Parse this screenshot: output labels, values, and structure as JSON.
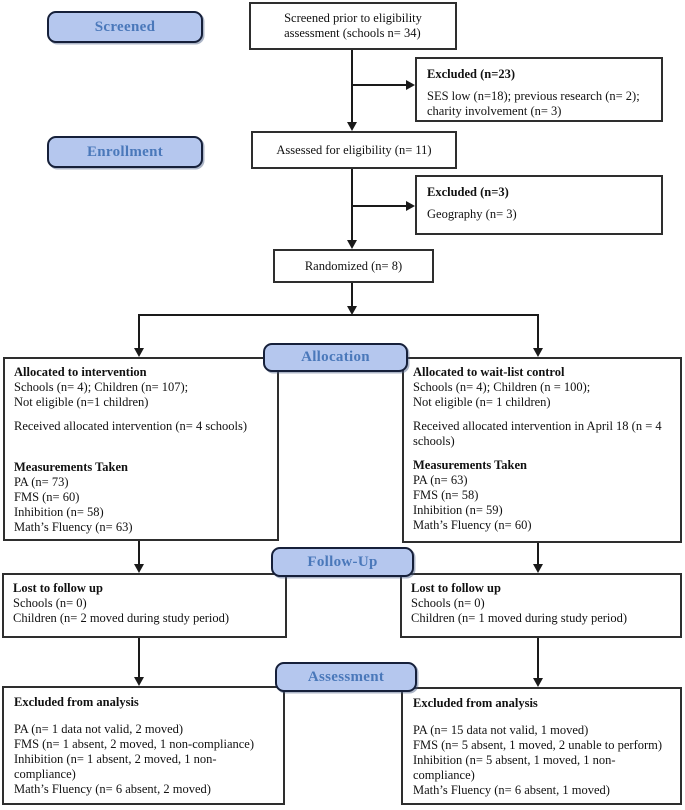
{
  "stages": {
    "screened": "Screened",
    "enrollment": "Enrollment",
    "allocation": "Allocation",
    "follow_up": "Follow-Up",
    "assessment": "Assessment"
  },
  "colors": {
    "badge_fill": "#b5c7ee",
    "badge_border": "#16203a",
    "badge_text": "#4a78ba",
    "box_border": "#2e2e2e",
    "line": "#1a1a1a"
  },
  "boxes": {
    "screened_prior": {
      "lines": [
        "Screened prior to eligibility",
        "assessment (schools n= 34)"
      ]
    },
    "excluded_1": {
      "title": "Excluded (n=23)",
      "body": "SES low (n=18); previous research (n= 2); charity involvement (n= 3)"
    },
    "assessed": {
      "text": "Assessed for eligibility (n= 11)"
    },
    "excluded_2": {
      "title": "Excluded (n=3)",
      "body": "Geography (n= 3)"
    },
    "randomized": {
      "text": "Randomized (n= 8)"
    },
    "alloc_left": {
      "title": "Allocated to intervention",
      "lines1": [
        "Schools (n= 4); Children (n= 107);",
        "Not eligible (n=1 children)"
      ],
      "received": "Received allocated intervention (n= 4 schools)",
      "measurements_title": "Measurements Taken",
      "measurements": [
        "PA (n= 73)",
        "FMS (n= 60)",
        "Inhibition (n= 58)",
        "Math’s Fluency (n= 63)"
      ]
    },
    "alloc_right": {
      "title": "Allocated to wait-list control",
      "lines1": [
        "Schools (n= 4); Children (n = 100);",
        "Not eligible (n= 1 children)"
      ],
      "received": "Received allocated intervention in April 18 (n = 4 schools)",
      "measurements_title": "Measurements Taken",
      "measurements": [
        "PA (n= 63)",
        "FMS (n= 58)",
        "Inhibition (n= 59)",
        "Math’s Fluency (n= 60)"
      ]
    },
    "fu_left": {
      "title": "Lost to follow up",
      "lines": [
        "Schools (n= 0)",
        "Children (n= 2 moved during study period)"
      ]
    },
    "fu_right": {
      "title": "Lost to follow up",
      "lines": [
        "Schools (n= 0)",
        "Children (n= 1 moved during study period)"
      ]
    },
    "as_left": {
      "title": "Excluded from analysis",
      "lines": [
        "PA (n= 1 data not valid, 2 moved)",
        "FMS (n= 1 absent, 2 moved, 1 non-compliance)",
        "Inhibition (n= 1 absent, 2 moved, 1 non-compliance)",
        "Math’s Fluency (n= 6 absent, 2 moved)"
      ]
    },
    "as_right": {
      "title": "Excluded from analysis",
      "lines": [
        "PA (n= 15 data not valid, 1 moved)",
        "FMS (n= 5 absent, 1 moved, 2 unable to perform)",
        "Inhibition (n= 5 absent, 1 moved, 1 non-compliance)",
        "Math’s Fluency (n= 6 absent, 1 moved)"
      ]
    }
  }
}
